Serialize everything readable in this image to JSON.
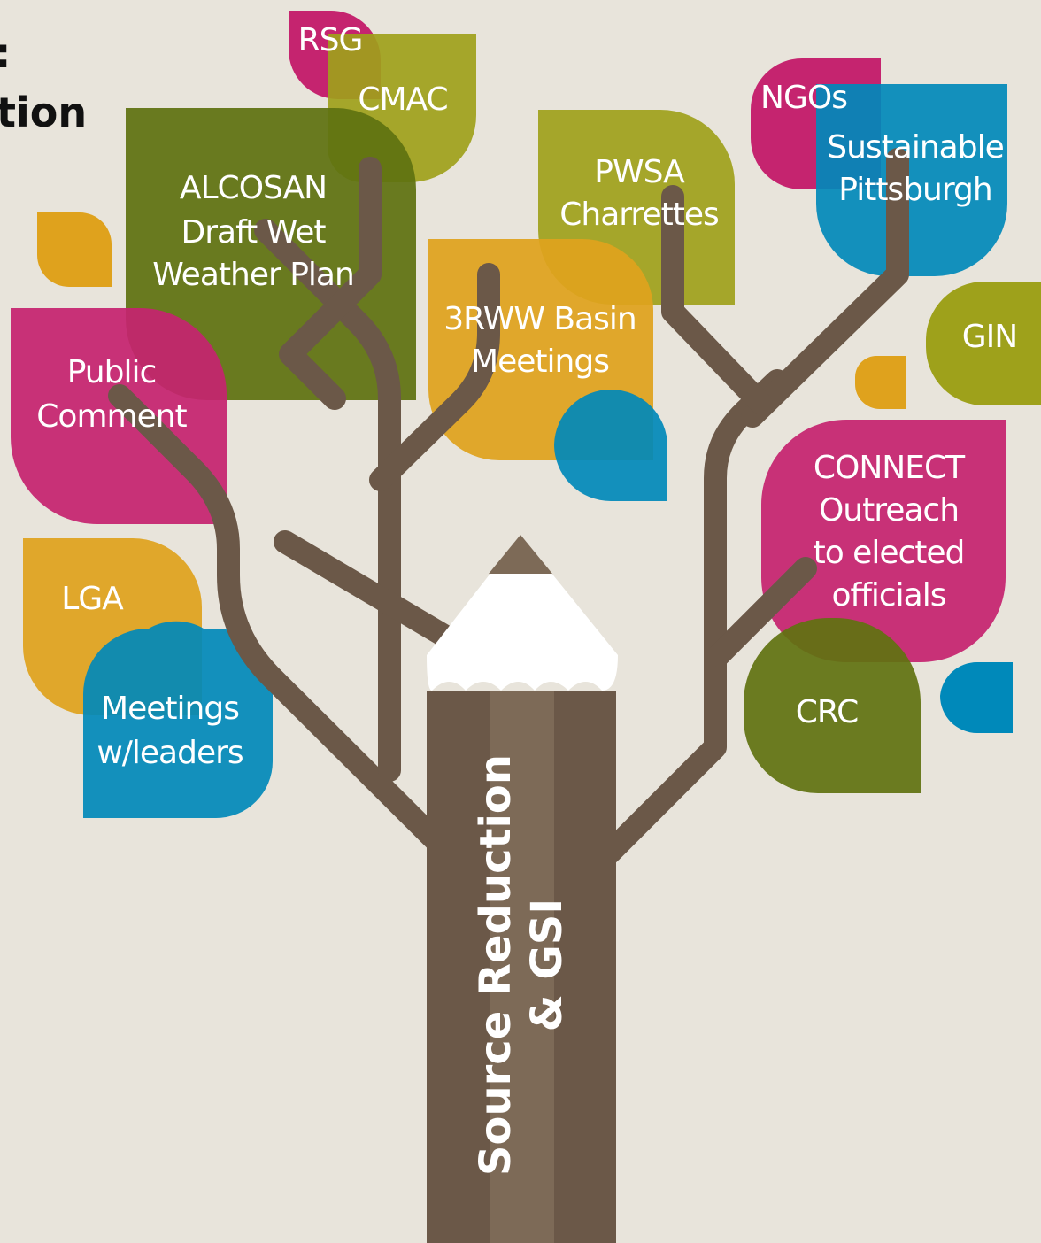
{
  "heading": {
    "line1": ":",
    "line2": "tion"
  },
  "colors": {
    "background": "#e8e4db",
    "trunk": "#6b5848",
    "trunk_stripe": "#7d6a57",
    "olive": "#5f7210",
    "light_olive": "#9ea11b",
    "magenta": "#c5246f",
    "gold": "#dfa21d",
    "blue": "#0089ba"
  },
  "leaves": {
    "rsg": "RSG",
    "cmac": "CMAC",
    "alcosan": [
      "ALCOSAN",
      "Draft Wet",
      "Weather Plan"
    ],
    "pwsa": [
      "PWSA",
      "Charrettes"
    ],
    "ngos": "NGOs",
    "sustainable_pittsburgh": [
      "Sustainable",
      "Pittsburgh"
    ],
    "basin": [
      "3RWW Basin",
      "Meetings"
    ],
    "gin": "GIN",
    "public_comment": [
      "Public",
      "Comment"
    ],
    "connect": [
      "CONNECT",
      "Outreach",
      "to elected",
      "officials"
    ],
    "lga": "LGA",
    "meetings_leaders": [
      "Meetings",
      "w/leaders"
    ],
    "crc": "CRC"
  },
  "trunk_label": [
    "Source Reduction",
    "& GSI"
  ]
}
